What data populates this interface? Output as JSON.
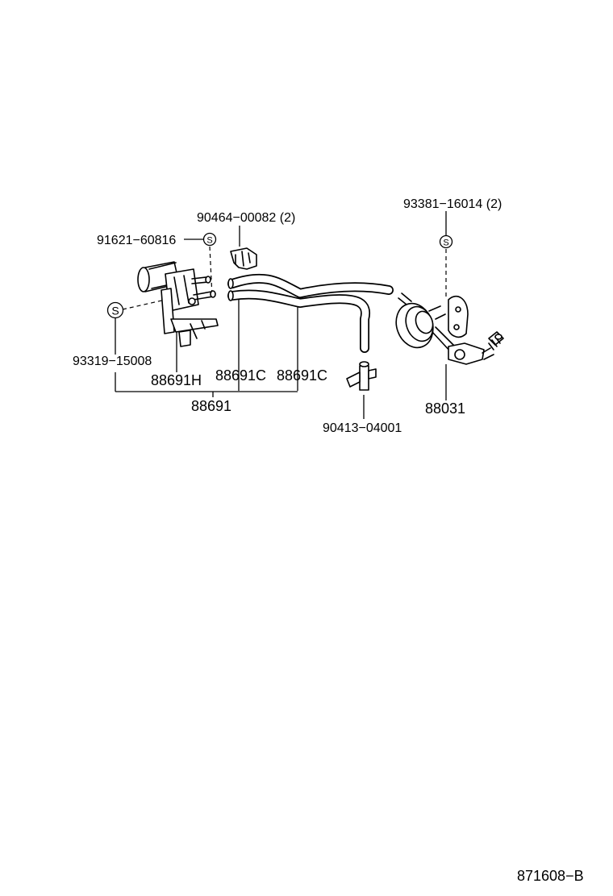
{
  "diagram": {
    "labels": {
      "p90464": "90464−00082 (2)",
      "p93381": "93381−16014 (2)",
      "p91621": "91621−60816",
      "p93319": "93319−15008",
      "p88691h": "88691H",
      "p88691c_1": "88691C",
      "p88691c_2": "88691C",
      "p88691": "88691",
      "p88031": "88031",
      "p90413": "90413−04001",
      "ref_code": "871608−B"
    },
    "symbols": {
      "standard_part_mark": "S"
    }
  }
}
